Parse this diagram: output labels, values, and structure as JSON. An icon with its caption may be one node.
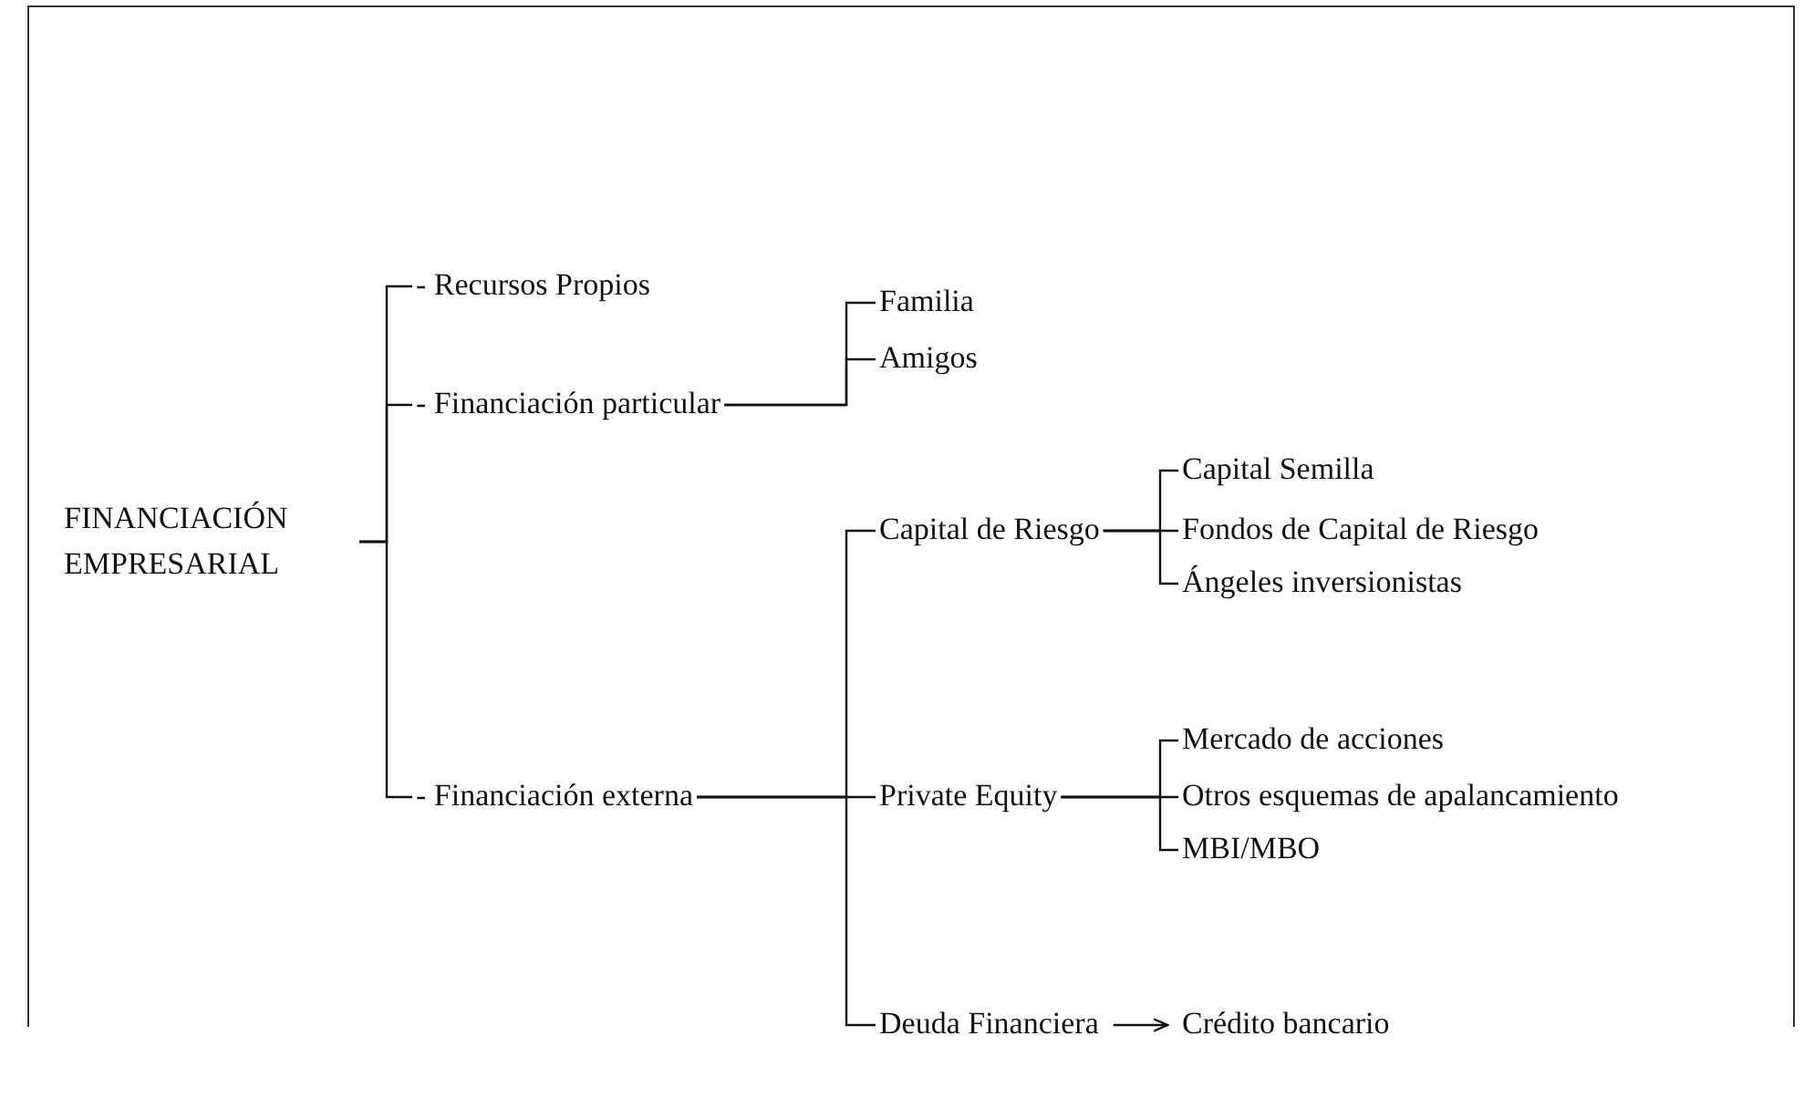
{
  "diagram": {
    "nodes": [
      {
        "text": [
          "FINANCIACIÓN EMPRESARIAL"
        ]
      },
      {
        "text": [
          "- Recursos Propios"
        ]
      },
      {
        "text": [
          "- Financiación particular"
        ]
      },
      {
        "text": [
          "Familia"
        ]
      },
      {
        "text": [
          "Amigos"
        ]
      },
      {
        "text": [
          "- Financiación externa"
        ]
      },
      {
        "text": [
          "Capital de Riesgo"
        ]
      },
      {
        "text": [
          "Capital Semilla"
        ]
      },
      {
        "text": [
          "Fondos de Capital de Riesgo"
        ]
      },
      {
        "text": [
          "Ángeles inversionistas"
        ]
      },
      {
        "text": [
          "Private Equity"
        ]
      },
      {
        "text": [
          "Mercado de acciones"
        ]
      },
      {
        "text": [
          "Otros esquemas de apalancamiento"
        ]
      },
      {
        "text": [
          "MBI/MBO"
        ]
      },
      {
        "text": [
          "Deuda Financiera"
        ]
      },
      {
        "text": [
          "Crédito bancario"
        ]
      }
    ],
    "edges": [
      {
        "from": 0,
        "to": 1,
        "arrow": "none"
      },
      {
        "from": 0,
        "to": 2,
        "arrow": "none"
      },
      {
        "from": 0,
        "to": 5,
        "arrow": "none"
      },
      {
        "from": 2,
        "to": 3,
        "arrow": "none"
      },
      {
        "from": 2,
        "to": 4,
        "arrow": "none"
      },
      {
        "from": 5,
        "to": 6,
        "arrow": "none"
      },
      {
        "from": 5,
        "to": 10,
        "arrow": "none"
      },
      {
        "from": 5,
        "to": 14,
        "arrow": "none"
      },
      {
        "from": 6,
        "to": 7,
        "arrow": "none"
      },
      {
        "from": 6,
        "to": 8,
        "arrow": "none"
      },
      {
        "from": 6,
        "to": 9,
        "arrow": "none"
      },
      {
        "from": 10,
        "to": 11,
        "arrow": "none"
      },
      {
        "from": 10,
        "to": 12,
        "arrow": "none"
      },
      {
        "from": 10,
        "to": 13,
        "arrow": "none"
      },
      {
        "from": 14,
        "to": 15,
        "arrow": "to"
      }
    ]
  }
}
